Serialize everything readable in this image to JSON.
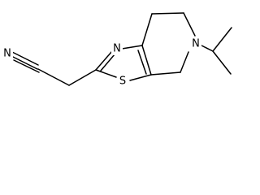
{
  "molecule": {
    "atoms": {
      "nitrile_n": "N",
      "thiazole_n": "N",
      "sulfur": "S",
      "ring_n": "N"
    },
    "bond_color": "#000000",
    "background": "#ffffff"
  }
}
